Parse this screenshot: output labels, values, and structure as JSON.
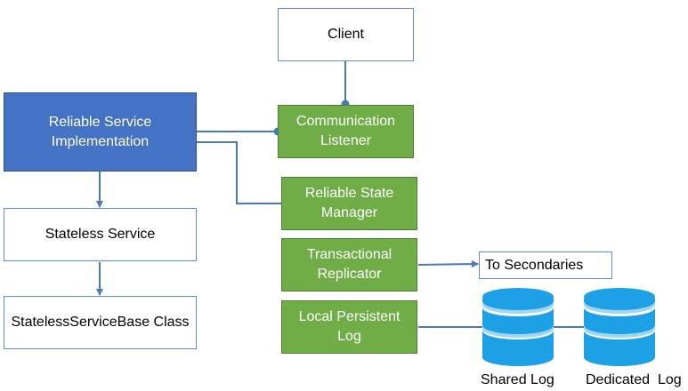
{
  "nodes": {
    "client": "Client",
    "communication_listener": "Communication\nListener",
    "reliable_service_impl": "Reliable Service\nImplementation",
    "reliable_state_manager": "Reliable State\nManager",
    "transactional_replicator": "Transactional\nReplicator",
    "local_persistent_log": "Local Persistent\nLog",
    "stateless_service": "Stateless Service",
    "stateless_service_base": "StatelessServiceBase Class",
    "to_secondaries": "To Secondaries"
  },
  "labels": {
    "shared_log": "Shared Log",
    "dedicated_log": "Dedicated  Log"
  },
  "colors": {
    "green": "#70ad47",
    "blue": "#4472c4",
    "connector": "#4a78b8",
    "disk": "#1ea0e6"
  }
}
